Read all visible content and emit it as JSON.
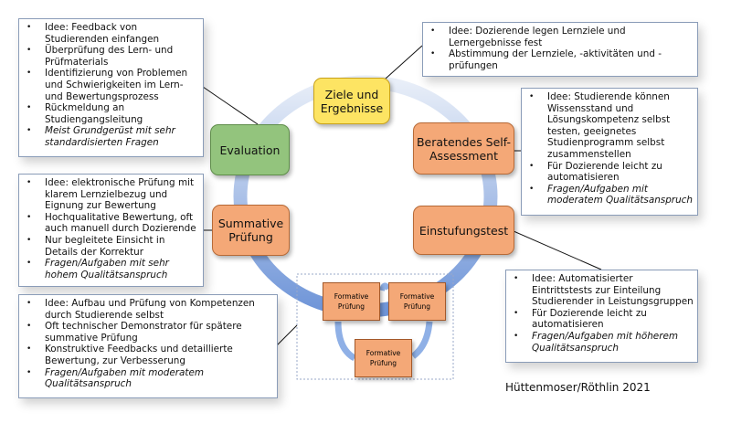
{
  "nodes": {
    "ziele": "Ziele und Ergebnisse",
    "evaluation": "Evaluation",
    "self_assessment": "Beratendes Self-Assessment",
    "einstufung": "Einstufungstest",
    "summativ": "Summative Prüfung",
    "formativ": "Formative Prüfung"
  },
  "colors": {
    "ziele": "#fde463",
    "evaluation": "#93c47d",
    "orange": "#f4a877",
    "ring": "#8fb0e6"
  },
  "boxes": {
    "evaluation": [
      "Idee: Feedback von Studierenden einfangen",
      "Überprüfung des Lern- und Prüfmaterials",
      "Identifizierung von Problemen und Schwierigkeiten im Lern- und Bewertungsprozess",
      "Rückmeldung an Studiengangsleitung",
      "Meist Grundgerüst mit sehr standardisierten Fragen"
    ],
    "summativ": [
      "Idee: elektronische Prüfung mit klarem Lernzielbezug und Eignung zur Bewertung",
      "Hochqualitative Bewertung, oft auch manuell durch Dozierende",
      "Nur begleitete Einsicht in Details der Korrektur",
      "Fragen/Aufgaben mit sehr hohem Qualitätsanspruch"
    ],
    "formativ": [
      "Idee: Aufbau und Prüfung von Kompetenzen durch Studierende selbst",
      "Oft technischer Demonstrator für spätere summative Prüfung",
      "Konstruktive Feedbacks und detaillierte Bewertung, zur Verbesserung",
      "Fragen/Aufgaben mit moderatem Qualitätsanspruch"
    ],
    "ziele": [
      "Idee: Dozierende legen Lernziele und Lernergebnisse fest",
      "Abstimmung der Lernziele, -aktivitäten und -prüfungen"
    ],
    "self_assessment": [
      "Idee: Studierende können Wissensstand und Lösungskompetenz selbst testen, geeignetes Studienprogramm selbst zusammenstellen",
      "Für Dozierende leicht zu automatisieren",
      "Fragen/Aufgaben mit moderatem Qualitätsanspruch"
    ],
    "einstufung": [
      "Idee: Automatisierter Eintrittstests zur Einteilung Studierender in Leistungsgruppen",
      "Für Dozierende leicht zu automatisieren",
      "Fragen/Aufgaben mit höherem Qualitätsanspruch"
    ]
  },
  "credit": "Hüttenmoser/Röthlin 2021"
}
